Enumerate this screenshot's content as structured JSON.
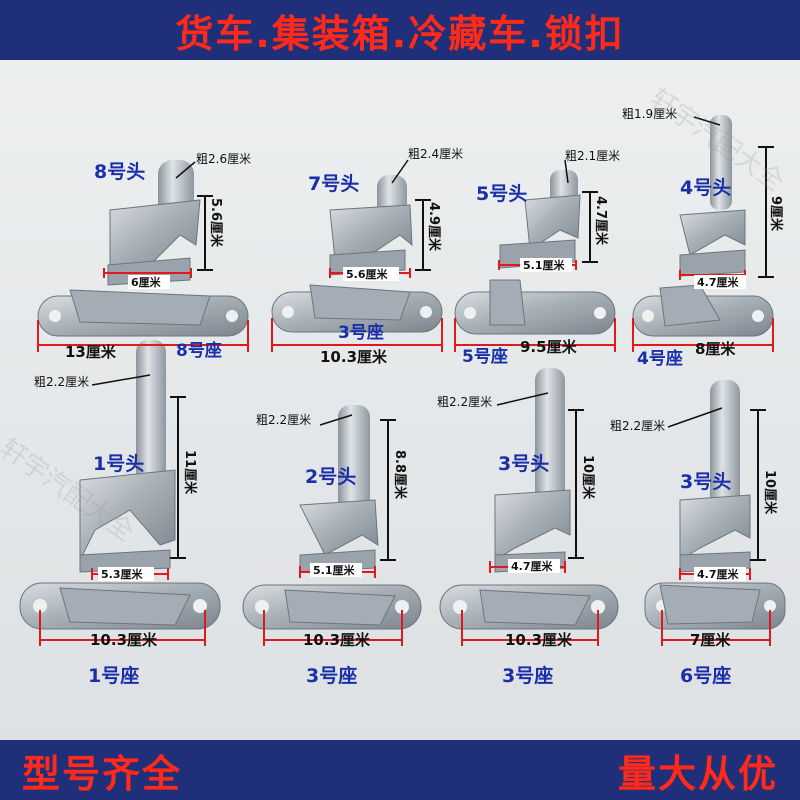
{
  "title": "货车.集装箱.冷藏车.锁扣",
  "footer_left": "型号齐全",
  "footer_right": "量大从优",
  "watermark": "轩宇汽配大全",
  "colors": {
    "banner_bg": "#1f2f7a",
    "banner_text": "#ff2a1a",
    "model_label": "#1a2fa8",
    "dimension_line": "#e0191d"
  },
  "row1": {
    "head8": {
      "name": "8号头",
      "thickness": "粗2.6厘米",
      "height": "5.6厘米",
      "width": "6厘米"
    },
    "head7": {
      "name": "7号头",
      "thickness": "粗2.4厘米",
      "height": "4.9厘米",
      "width": "5.6厘米"
    },
    "head5": {
      "name": "5号头",
      "thickness": "粗2.1厘米",
      "height": "4.7厘米",
      "width": "5.1厘米"
    },
    "head4": {
      "name": "4号头",
      "thickness": "粗1.9厘米",
      "height": "9厘米",
      "width": "4.7厘米"
    },
    "seat8": {
      "name": "8号座",
      "length": "13厘米"
    },
    "seat3": {
      "name": "3号座",
      "length": "10.3厘米"
    },
    "seat5": {
      "name": "5号座",
      "length": "9.5厘米"
    },
    "seat4": {
      "name": "4号座",
      "length": "8厘米"
    }
  },
  "row2": {
    "head1": {
      "name": "1号头",
      "thickness": "粗2.2厘米",
      "height": "11厘米",
      "width": "5.3厘米"
    },
    "head2": {
      "name": "2号头",
      "thickness": "粗2.2厘米",
      "height": "8.8厘米",
      "width": "5.1厘米"
    },
    "head3a": {
      "name": "3号头",
      "thickness": "粗2.2厘米",
      "height": "10厘米",
      "width": "4.7厘米"
    },
    "head3b": {
      "name": "3号头",
      "thickness": "粗2.2厘米",
      "height": "10厘米",
      "width": "4.7厘米"
    },
    "seat1": {
      "name": "1号座",
      "length": "10.3厘米"
    },
    "seat3a": {
      "name": "3号座",
      "length": "10.3厘米"
    },
    "seat3b": {
      "name": "3号座",
      "length": "10.3厘米"
    },
    "seat6": {
      "name": "6号座",
      "length": "7厘米"
    }
  }
}
